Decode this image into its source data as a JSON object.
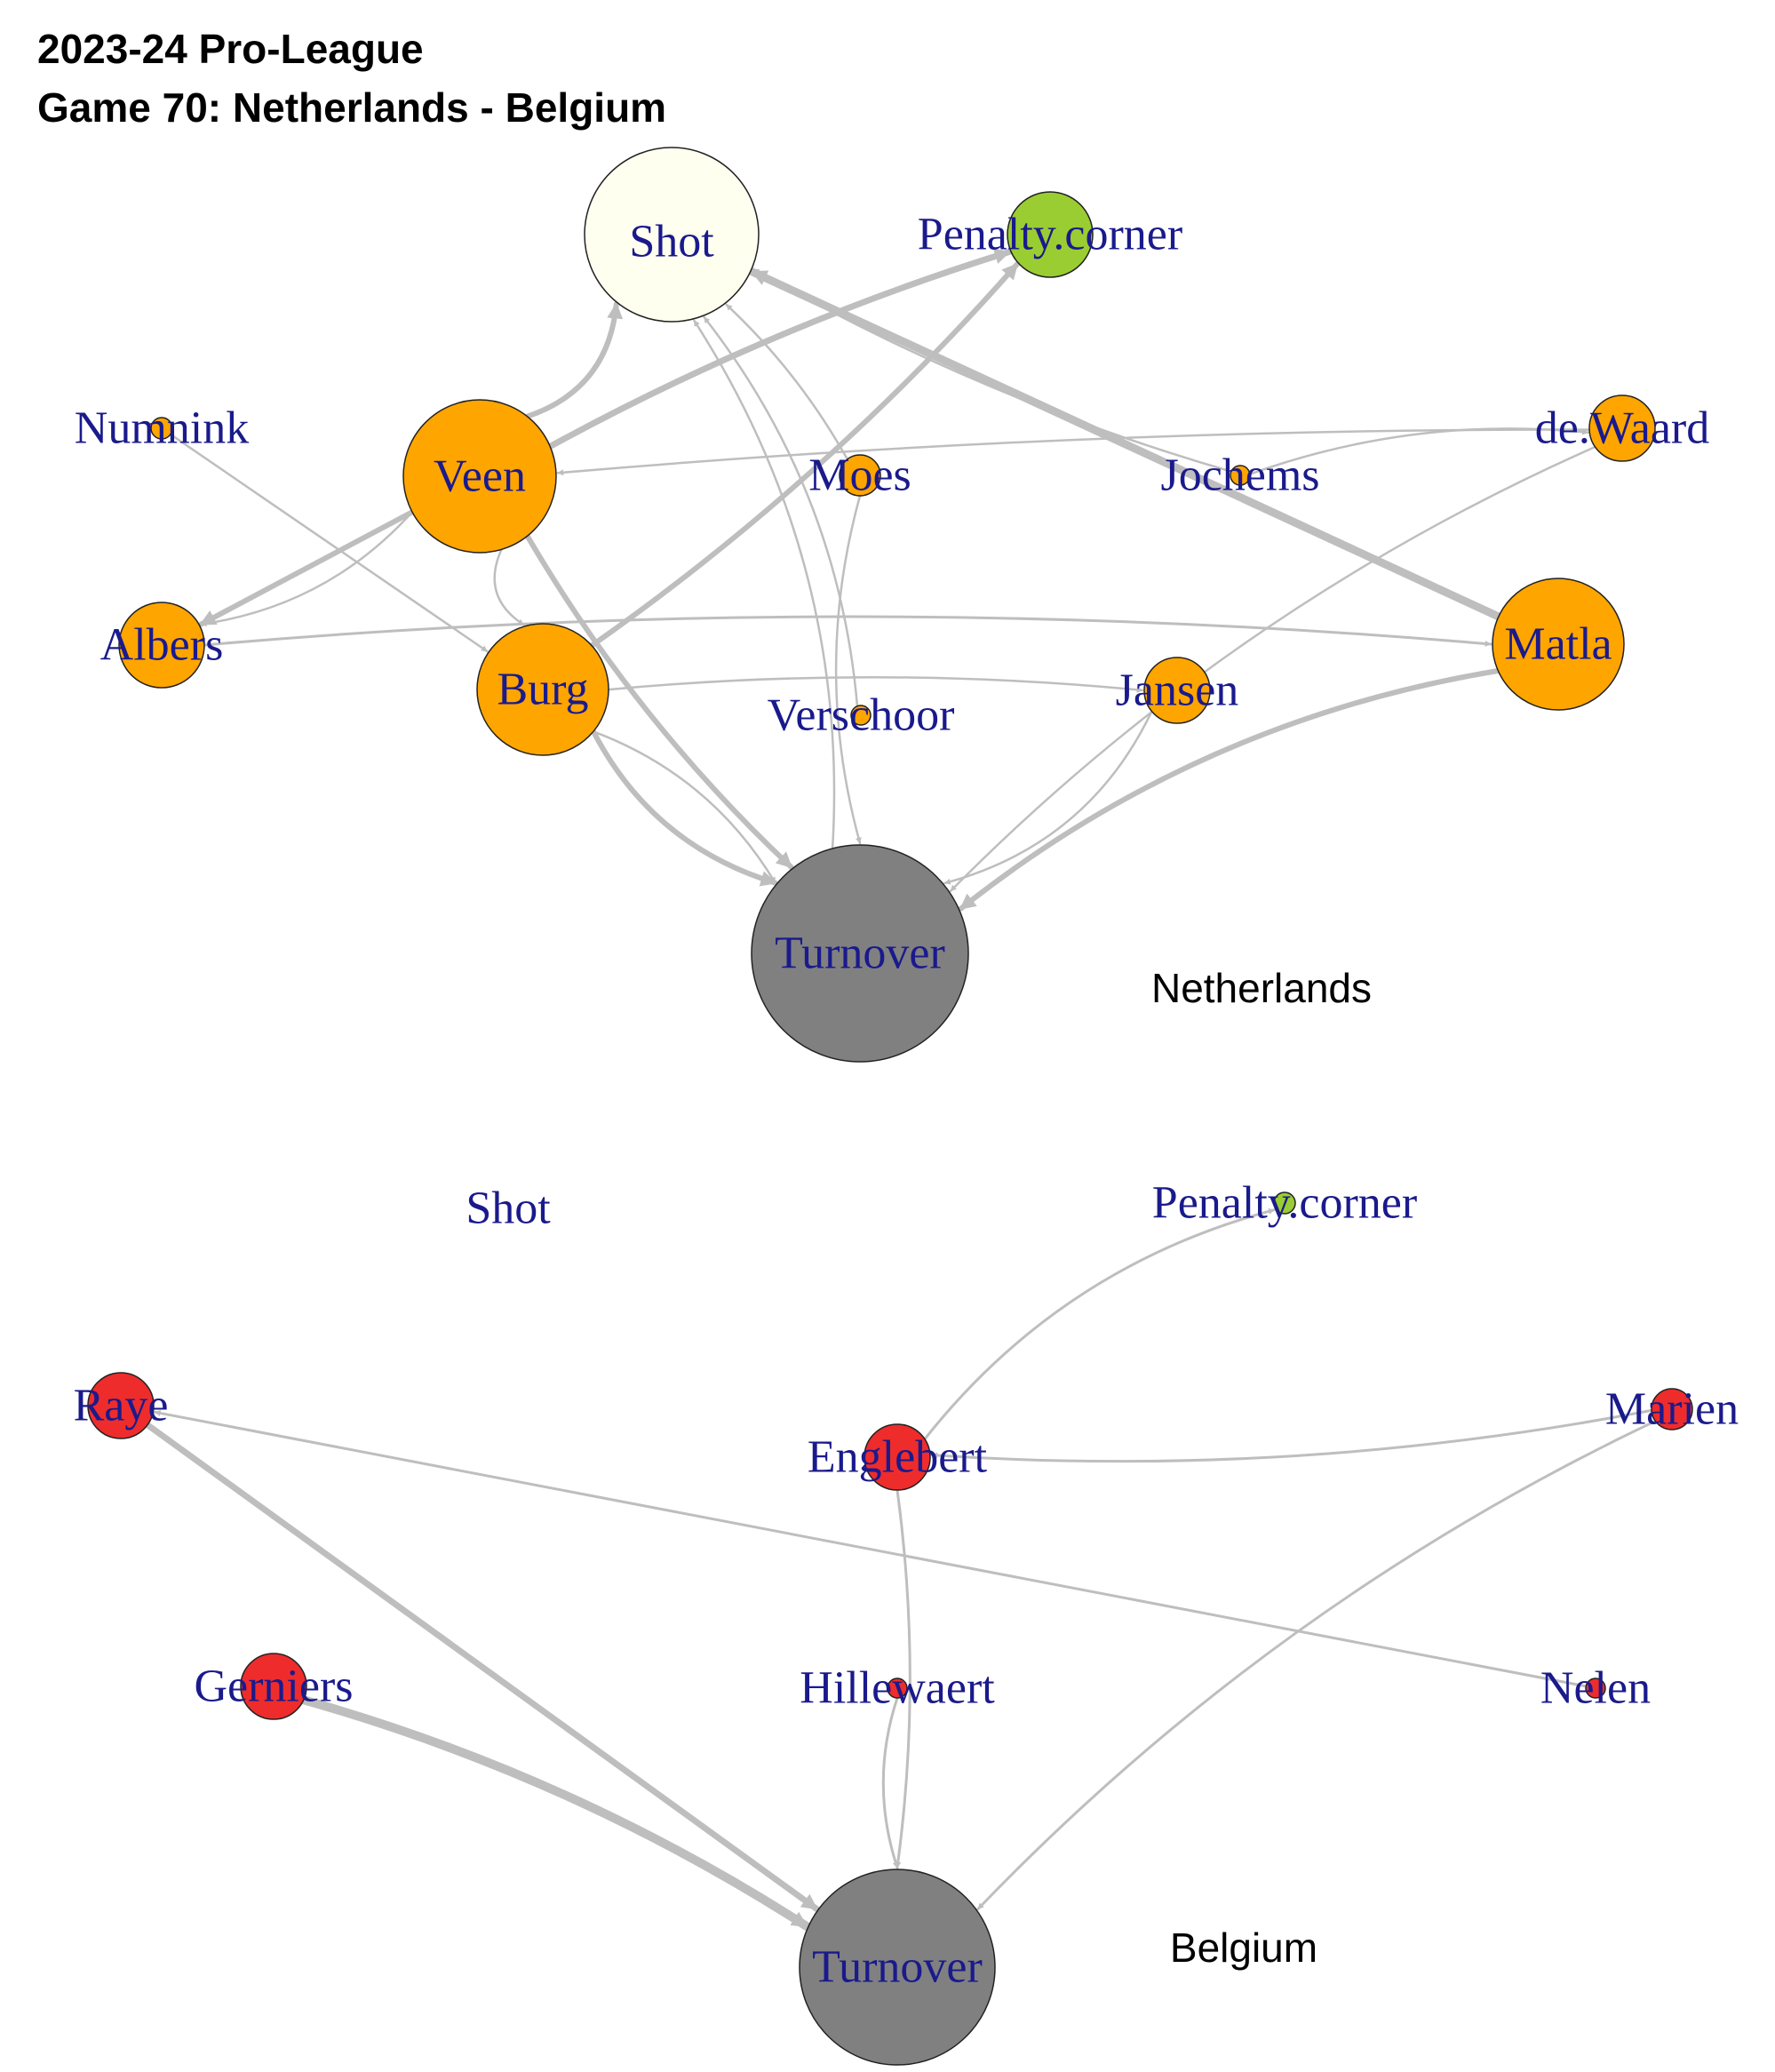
{
  "title": {
    "line1": "2023-24 Pro-League",
    "line2": "Game 70: Netherlands - Belgium"
  },
  "colors": {
    "player_nl": "#FFA500",
    "player_be": "#EE2C2C",
    "shot": "#FFFFF0",
    "penalty_corner": "#9ACD32",
    "turnover": "#808080",
    "edge": "#BEBEBE",
    "label": "#1a1a8c"
  },
  "networks": [
    {
      "team": "Netherlands",
      "nodes": [
        {
          "id": "shot",
          "label": "Shot",
          "kind": "shot"
        },
        {
          "id": "pc",
          "label": "Penalty.corner",
          "kind": "penalty_corner"
        },
        {
          "id": "numnink",
          "label": "Numnink",
          "kind": "player"
        },
        {
          "id": "veen",
          "label": "Veen",
          "kind": "player"
        },
        {
          "id": "moes",
          "label": "Moes",
          "kind": "player"
        },
        {
          "id": "jochems",
          "label": "Jochems",
          "kind": "player"
        },
        {
          "id": "dewaard",
          "label": "de.Waard",
          "kind": "player"
        },
        {
          "id": "albers",
          "label": "Albers",
          "kind": "player"
        },
        {
          "id": "burg",
          "label": "Burg",
          "kind": "player"
        },
        {
          "id": "verschoor",
          "label": "Verschoor",
          "kind": "player"
        },
        {
          "id": "jansen",
          "label": "Jansen",
          "kind": "player"
        },
        {
          "id": "matla",
          "label": "Matla",
          "kind": "player"
        },
        {
          "id": "turnover",
          "label": "Turnover",
          "kind": "turnover"
        }
      ],
      "edges": [
        {
          "from": "veen",
          "to": "shot"
        },
        {
          "from": "veen",
          "to": "pc"
        },
        {
          "from": "burg",
          "to": "pc"
        },
        {
          "from": "matla",
          "to": "shot"
        },
        {
          "from": "moes",
          "to": "shot"
        },
        {
          "from": "jochems",
          "to": "shot"
        },
        {
          "from": "verschoor",
          "to": "shot"
        },
        {
          "from": "turnover",
          "to": "shot"
        },
        {
          "from": "jochems",
          "to": "dewaard"
        },
        {
          "from": "dewaard",
          "to": "veen"
        },
        {
          "from": "numnink",
          "to": "burg"
        },
        {
          "from": "veen",
          "to": "albers"
        },
        {
          "from": "veen",
          "to": "albers"
        },
        {
          "from": "albers",
          "to": "matla"
        },
        {
          "from": "burg",
          "to": "jansen"
        },
        {
          "from": "veen",
          "to": "burg"
        },
        {
          "from": "veen",
          "to": "turnover"
        },
        {
          "from": "burg",
          "to": "turnover"
        },
        {
          "from": "burg",
          "to": "turnover"
        },
        {
          "from": "moes",
          "to": "turnover"
        },
        {
          "from": "jansen",
          "to": "turnover"
        },
        {
          "from": "dewaard",
          "to": "turnover"
        },
        {
          "from": "matla",
          "to": "turnover"
        }
      ]
    },
    {
      "team": "Belgium",
      "nodes": [
        {
          "id": "shot",
          "label": "Shot",
          "kind": "shot"
        },
        {
          "id": "pc",
          "label": "Penalty.corner",
          "kind": "penalty_corner"
        },
        {
          "id": "raye",
          "label": "Raye",
          "kind": "player"
        },
        {
          "id": "englebert",
          "label": "Englebert",
          "kind": "player"
        },
        {
          "id": "marien",
          "label": "Marien",
          "kind": "player"
        },
        {
          "id": "gerniers",
          "label": "Gerniers",
          "kind": "player"
        },
        {
          "id": "hillewaert",
          "label": "Hillewaert",
          "kind": "player"
        },
        {
          "id": "nelen",
          "label": "Nelen",
          "kind": "player"
        },
        {
          "id": "turnover",
          "label": "Turnover",
          "kind": "turnover"
        }
      ],
      "edges": [
        {
          "from": "englebert",
          "to": "pc"
        },
        {
          "from": "marien",
          "to": "englebert"
        },
        {
          "from": "nelen",
          "to": "raye"
        },
        {
          "from": "raye",
          "to": "turnover"
        },
        {
          "from": "gerniers",
          "to": "turnover"
        },
        {
          "from": "englebert",
          "to": "turnover"
        },
        {
          "from": "hillewaert",
          "to": "turnover"
        },
        {
          "from": "marien",
          "to": "turnover"
        }
      ]
    }
  ]
}
